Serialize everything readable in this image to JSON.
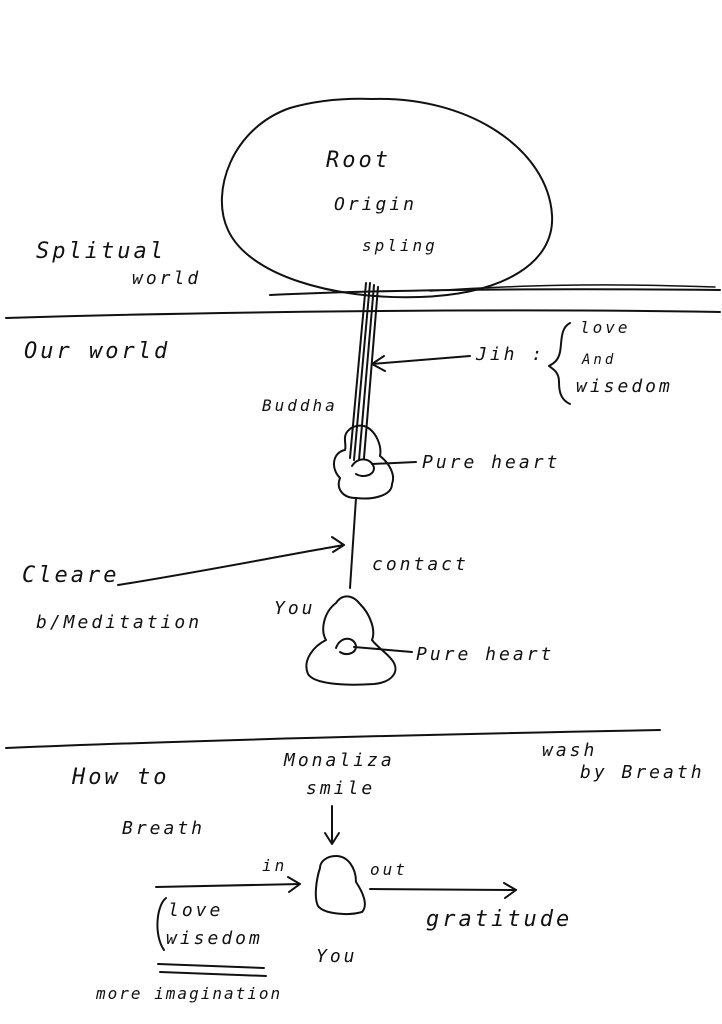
{
  "labels": {
    "root": "Root",
    "origin": "Origin",
    "spling": "spling",
    "splitual": "Splitual",
    "world": "world",
    "our_world": "Our world",
    "jih": "Jih :",
    "love": "love",
    "and": "And",
    "wisedom": "wisedom",
    "buddha": "Buddha",
    "pure_heart_1": "Pure heart",
    "contact": "contact",
    "cleare": "Cleare",
    "meditation": "b/Meditation",
    "you_top": "You",
    "pure_heart_2": "Pure heart",
    "how_to": "How to",
    "breath": "Breath",
    "monaliza": "Monaliza",
    "smile": "smile",
    "wash": "wash",
    "by_breath": "by Breath",
    "in": "in",
    "out": "out",
    "love_lower": "love",
    "wisedom_lower": "wisedom",
    "gratitude": "gratitude",
    "you_bottom": "You",
    "more_imagination": "more imagination"
  }
}
